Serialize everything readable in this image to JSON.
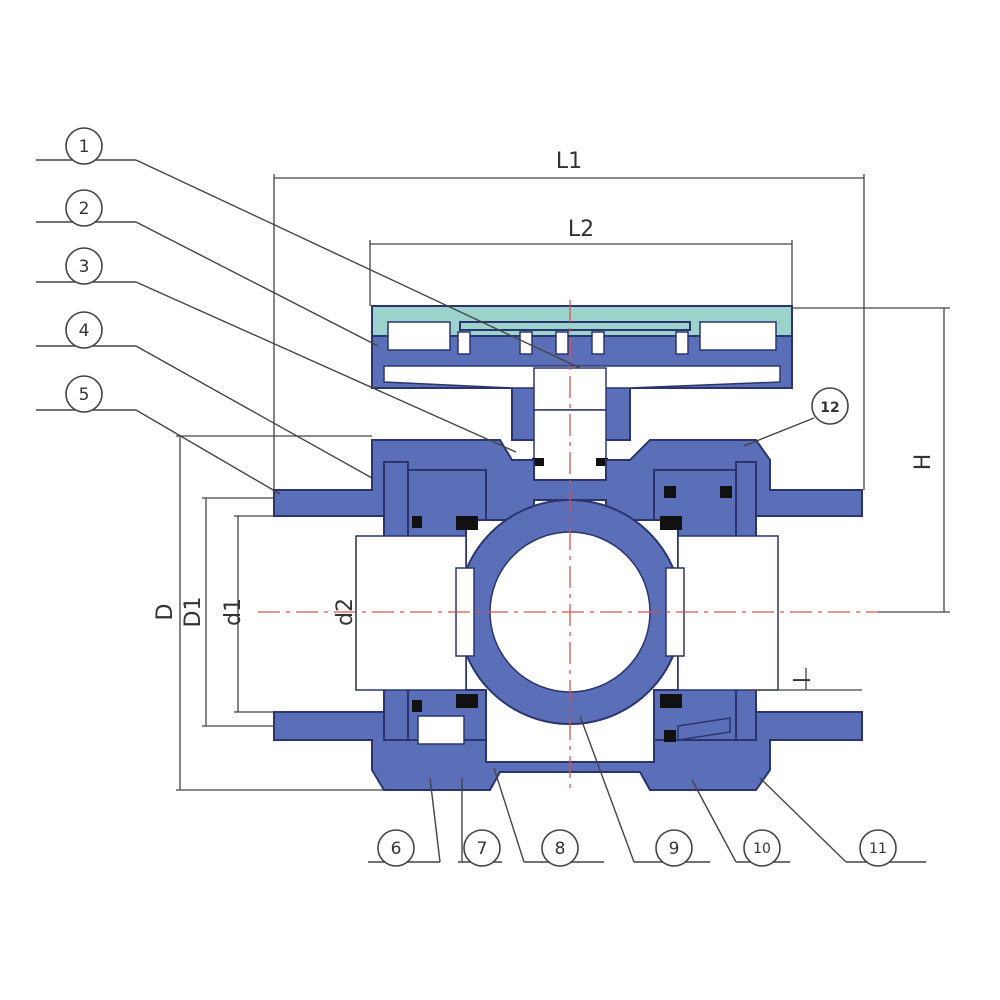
{
  "colors": {
    "body": "#5b6fb8",
    "handle": "#9bd3cc",
    "centerline": "#d9534f",
    "line": "#444444"
  },
  "dimensions": {
    "L1": "L1",
    "L2": "L2",
    "H": "H",
    "D": "D",
    "D1": "D1",
    "d1": "d1",
    "d2": "d2",
    "l": "l"
  },
  "parts": [
    "1",
    "2",
    "3",
    "4",
    "5",
    "6",
    "7",
    "8",
    "9",
    "10",
    "11",
    "12"
  ]
}
